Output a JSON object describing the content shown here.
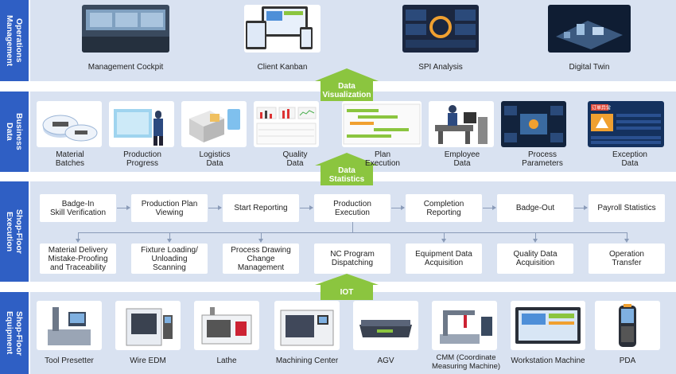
{
  "layers": {
    "operations": "Operations\nManagement",
    "business": "Business\nData",
    "execution": "Shop-Floor\nExecution",
    "equipment": "Shop-Floor\nEquipment"
  },
  "operations_items": [
    "Management Cockpit",
    "Client Kanban",
    "SPI Analysis",
    "Digital Twin"
  ],
  "business_items": [
    "Material\nBatches",
    "Production\nProgress",
    "Logistics\nData",
    "Quality\nData",
    "Plan\nExecution",
    "Employee\nData",
    "Process\nParameters",
    "Exception\nData"
  ],
  "exec_row1": [
    "Badge-In\nSkill Verification",
    "Production Plan\nViewing",
    "Start Reporting",
    "Production\nExecution",
    "Completion\nReporting",
    "Badge-Out",
    "Payroll Statistics"
  ],
  "exec_row2": [
    "Material Delivery\nMistake-Proofing\nand Traceability",
    "Fixture Loading/\nUnloading\nScanning",
    "Process Drawing\nChange\nManagement",
    "NC Program\nDispatching",
    "Equipment Data\nAcquisition",
    "Quality Data\nAcquisition",
    "Operation\nTransfer"
  ],
  "equipment_items": [
    "Tool Presetter",
    "Wire EDM",
    "Lathe",
    "Machining Center",
    "AGV",
    "CMM (Coordinate\nMeasuring Machine)",
    "Workstation Machine",
    "PDA"
  ],
  "flow_arrows": {
    "data_visualization": "Data\nVisualization",
    "data_statistics": "Data\nStatistics",
    "iot": "IOT"
  },
  "colors": {
    "layer_label": "#2f5fc4",
    "layer_bg": "#d9e2f1",
    "arrow": "#8bc53f"
  },
  "exception_card": {
    "badge": "订单异常"
  }
}
